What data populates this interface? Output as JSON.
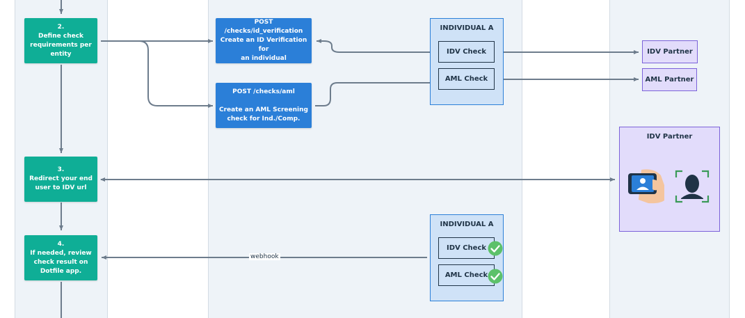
{
  "steps": [
    {
      "number": "2.",
      "text": [
        "Define check",
        "requirements per",
        "entity"
      ]
    },
    {
      "number": "3.",
      "text": [
        "Redirect your end",
        "user to IDV url"
      ]
    },
    {
      "number": "4.",
      "text": [
        "If needed, review",
        "check result on",
        "Dotfile app."
      ]
    }
  ],
  "api_calls": [
    {
      "endpoint": "POST /checks/id_verification",
      "description": [
        "Create an ID Verification for",
        "an individual"
      ]
    },
    {
      "endpoint": "POST /checks/aml",
      "description": [
        "Create an AML Screening",
        "check for Ind./Comp."
      ]
    }
  ],
  "individual_top": {
    "title": "INDIVIDUAL A",
    "checks": [
      "IDV Check",
      "AML Check"
    ]
  },
  "individual_bottom": {
    "title": "INDIVIDUAL A",
    "checks": [
      "IDV Check",
      "AML Check"
    ]
  },
  "partners": [
    "IDV Partner",
    "AML Partner"
  ],
  "idv_partner_panel": {
    "title": "IDV Partner"
  },
  "webhook_label": "webhook",
  "colors": {
    "step": "#0fae96",
    "api": "#2b7fd8",
    "individual_fill": "#cfe2f7",
    "partner_fill": "#e2dcfb",
    "partner_border": "#7b62d9",
    "connector": "#6d7c8c",
    "check_ok": "#5cc16a"
  }
}
